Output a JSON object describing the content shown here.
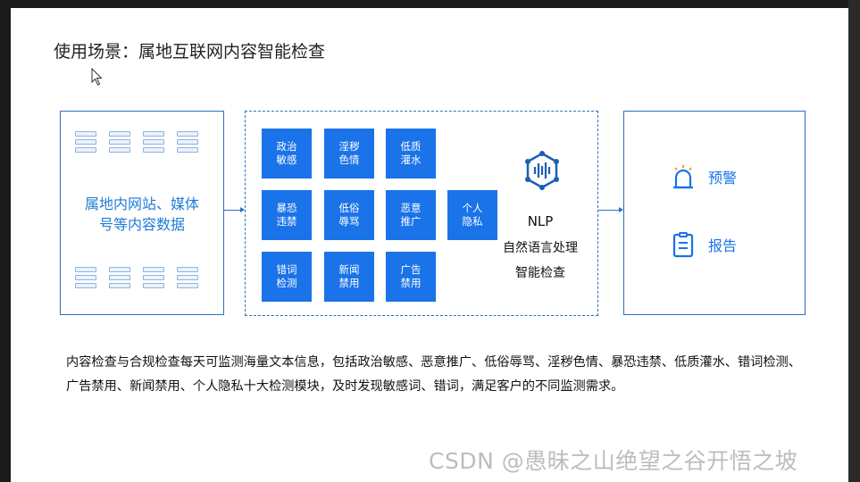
{
  "title": "使用场景：属地互联网内容智能检查",
  "left_box": {
    "text_line1": "属地内网站、媒体",
    "text_line2": "号等内容数据"
  },
  "tiles": [
    {
      "l1": "政治",
      "l2": "敏感"
    },
    {
      "l1": "淫秽",
      "l2": "色情"
    },
    {
      "l1": "低质",
      "l2": "灌水"
    },
    {
      "l1": "暴恐",
      "l2": "违禁"
    },
    {
      "l1": "低俗",
      "l2": "辱骂"
    },
    {
      "l1": "恶意",
      "l2": "推广"
    },
    {
      "l1": "个人",
      "l2": "隐私"
    },
    {
      "l1": "错词",
      "l2": "检测"
    },
    {
      "l1": "新闻",
      "l2": "禁用"
    },
    {
      "l1": "广告",
      "l2": "禁用"
    }
  ],
  "nlp": {
    "line1": "NLP",
    "line2": "自然语言处理",
    "line3": "智能检查"
  },
  "right_box": {
    "item1": "预警",
    "item2": "报告"
  },
  "description": "内容检查与合规检查每天可监测海量文本信息，包括政治敏感、恶意推广、低俗辱骂、淫秽色情、暴恐违禁、低质灌水、错词检测、广告禁用、新闻禁用、个人隐私十大检测模块，及时发现敏感词、错词，满足客户的不同监测需求。",
  "watermark": "CSDN @愚昧之山绝望之谷开悟之坡",
  "colors": {
    "accent": "#1a73e8",
    "border": "#2e6fbf"
  }
}
